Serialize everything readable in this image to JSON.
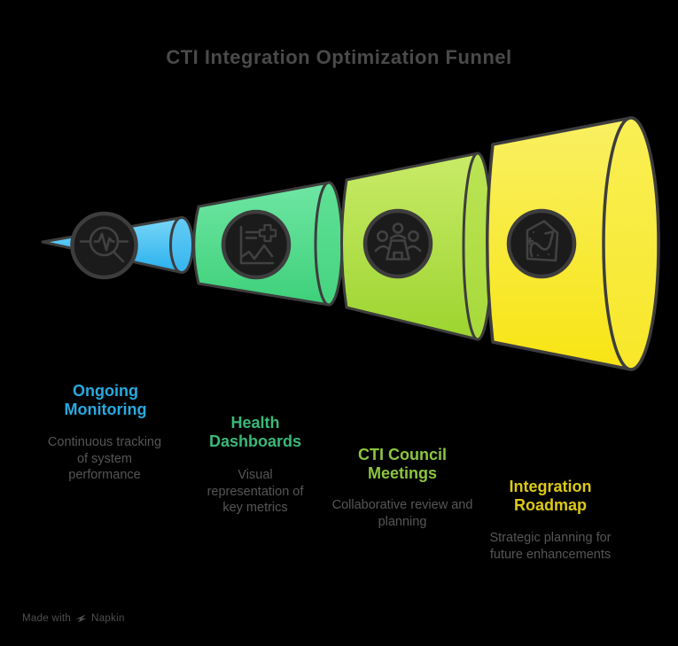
{
  "title": "CTI Integration Optimization Funnel",
  "title_color": "#4a4a4a",
  "background": "#000000",
  "outline_color": "#3d3d3d",
  "description_color": "#565656",
  "stages": [
    {
      "name": "Ongoing Monitoring",
      "description": "Continuous tracking of system performance",
      "label_color": "#29a9e0",
      "cone_top_color": "#7ad6f7",
      "cone_bottom_color": "#29b0ee",
      "icon": "pulse-monitor-magnifier-icon"
    },
    {
      "name": "Health Dashboards",
      "description": "Visual representation of key metrics",
      "label_color": "#3bb878",
      "cone_top_color": "#6fe6a4",
      "cone_bottom_color": "#3ed079",
      "icon": "dashboard-chart-icon"
    },
    {
      "name": "CTI Council Meetings",
      "description": "Collaborative review and planning",
      "label_color": "#8cc63f",
      "cone_top_color": "#c9eb68",
      "cone_bottom_color": "#9cd42f",
      "icon": "meeting-people-icon"
    },
    {
      "name": "Integration Roadmap",
      "description": "Strategic planning for future enhancements",
      "label_color": "#ddc915",
      "cone_top_color": "#f9f063",
      "cone_bottom_color": "#f8e413",
      "icon": "roadmap-arrow-icon"
    }
  ],
  "watermark": {
    "prefix": "Made with",
    "brand": "Napkin",
    "logo": "napkin-logo-icon"
  }
}
